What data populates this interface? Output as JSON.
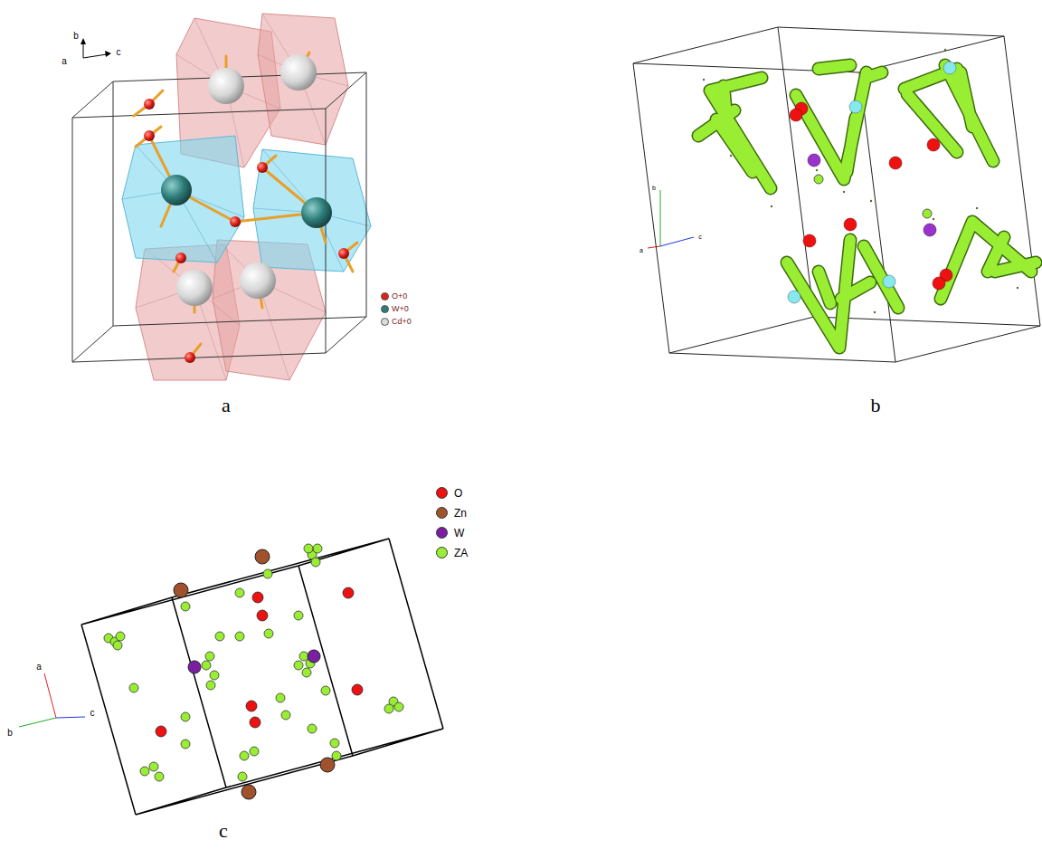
{
  "diagram": {
    "labels": [
      "b",
      "c",
      "a",
      "b",
      "a",
      "c",
      "a",
      "b",
      "a",
      "b",
      "c",
      "c"
    ],
    "legend": [
      {
        "text": "O+0",
        "color": "#e0201b"
      },
      {
        "text": "W+0",
        "color": "#2e7d7a"
      },
      {
        "text": "Cd+0",
        "color": "#dcdcdc"
      },
      {
        "text": "O",
        "color": "#ee1111"
      },
      {
        "text": "Zn",
        "color": "#a0522d"
      },
      {
        "text": "W",
        "color": "#7b1fa2"
      },
      {
        "text": "ZA",
        "color": "#99ee33"
      }
    ]
  }
}
